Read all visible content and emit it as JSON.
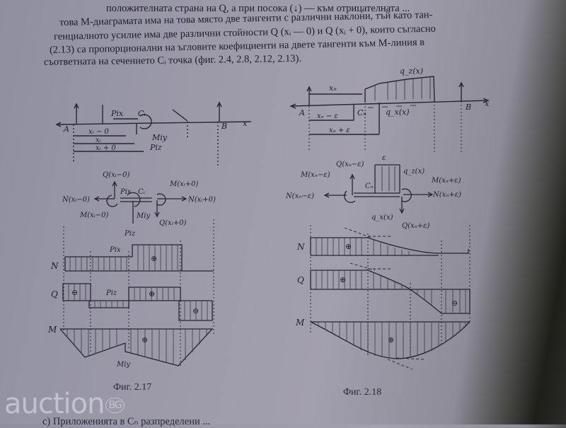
{
  "document": {
    "paragraph_lines": [
      "положителната страна на Q, а при посока (↓) — към отрицателната ...",
      "това M-диаграмата има на това място две тангенти с различни наклони, тъй като тан-",
      "генциалното усилие има две различни стойности Q (xᵢ — 0) и Q (xᵢ + 0), които съгласно",
      "(2.13) са пропорционални на ъгловите коефициенти на двете тангенти към M-линия в",
      "съответната на сечението Cᵢ точка (фиг. 2.4, 2.8, 2.12, 2.13)."
    ],
    "bottom_line": "c) Приложенията в Cₙ разпределени ...",
    "watermark": {
      "text": "auction",
      "suffix": "BG"
    }
  },
  "figures": [
    {
      "caption": "Фиг. 2.17",
      "beam_labels": {
        "A": "A",
        "B": "B",
        "x": "x",
        "Pix": "Pix",
        "Ci": "Cᵢ",
        "Miy": "Miy",
        "Piz": "Piz",
        "dim1": "xᵢ − 0",
        "dim2": "xᵢ",
        "dim3": "xᵢ + 0"
      },
      "element_labels": {
        "Q_left": "Q(xᵢ−0)",
        "N_left": "N(xᵢ−0)",
        "M_left": "M(xᵢ−0)",
        "M_right": "M(xᵢ+0)",
        "N_right": "N(xᵢ+0)",
        "Q_right": "Q(xᵢ+0)",
        "Pix": "Pix",
        "Ci": "Cᵢ",
        "Miy": "Miy",
        "Piz": "Piz"
      },
      "diagrams": {
        "N": "N",
        "Q": "Q",
        "M": "M",
        "Pix": "Pix",
        "Piz": "Piz",
        "Miy": "Miy",
        "N_sign": "⊕",
        "Q_signs": [
          "⊖",
          "⊕",
          "⊖"
        ],
        "M_sign": "⊕"
      }
    },
    {
      "caption": "Фиг. 2.18",
      "beam_labels": {
        "A": "A",
        "B": "B",
        "x": "x",
        "xn": "xₙ",
        "Cn": "Cₙ",
        "qz": "q_z(x)",
        "qx": "q_x(x)",
        "dim1": "xₙ − ε",
        "dim2": "xₙ + ε"
      },
      "element_labels": {
        "Q_left": "Q(xₙ−ε)",
        "M_left": "M(xₙ−ε)",
        "N_left": "N(xₙ−ε)",
        "eps": "ε",
        "qz": "q_z(x)",
        "M_right": "M(xₙ+ε)",
        "N_right": "N(xₙ+ε)",
        "Cn": "Cₙ",
        "qx": "q_x(x)",
        "Q_right": "Q(xₙ+ε)"
      },
      "diagrams": {
        "N": "N",
        "Q": "Q",
        "M": "M",
        "N_sign": "⊕",
        "Q_signs": [
          "⊕",
          "⊖"
        ],
        "M_sign": "⊕"
      }
    }
  ]
}
